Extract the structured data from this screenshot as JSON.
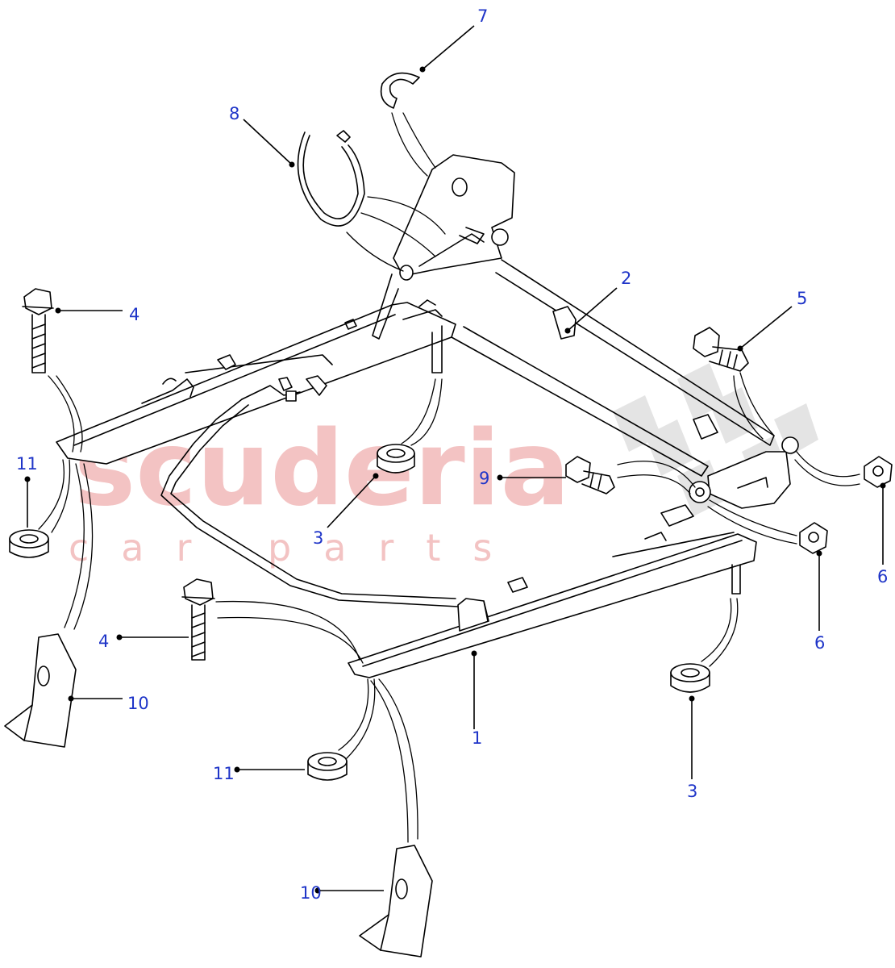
{
  "diagram": {
    "callout_color": "#1f35c8",
    "line_color": "#000000",
    "callouts": [
      {
        "id": "c1",
        "label": "1"
      },
      {
        "id": "c2",
        "label": "2"
      },
      {
        "id": "c3a",
        "label": "3"
      },
      {
        "id": "c3b",
        "label": "3"
      },
      {
        "id": "c4a",
        "label": "4"
      },
      {
        "id": "c4b",
        "label": "4"
      },
      {
        "id": "c5",
        "label": "5"
      },
      {
        "id": "c6a",
        "label": "6"
      },
      {
        "id": "c6b",
        "label": "6"
      },
      {
        "id": "c7",
        "label": "7"
      },
      {
        "id": "c8",
        "label": "8"
      },
      {
        "id": "c9",
        "label": "9"
      },
      {
        "id": "c10a",
        "label": "10"
      },
      {
        "id": "c10b",
        "label": "10"
      },
      {
        "id": "c11a",
        "label": "11"
      },
      {
        "id": "c11b",
        "label": "11"
      }
    ]
  },
  "watermark": {
    "brand": "scuderia",
    "tagline": "car parts",
    "color": "#f3c3c3",
    "flag_color": "#cfcfcf"
  }
}
